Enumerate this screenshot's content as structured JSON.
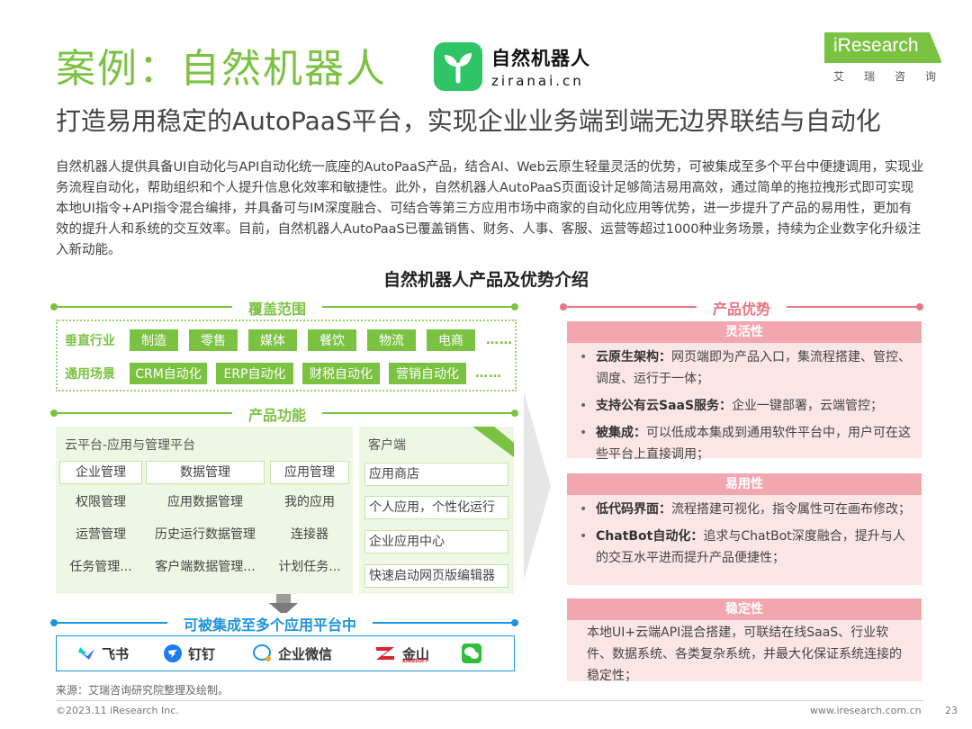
{
  "header": {
    "title": "案例：自然机器人",
    "brand_cn": "自然机器人",
    "brand_en": "ziranai.cn",
    "ir_logo": "iResearch",
    "ir_sub": [
      "艾",
      "瑞",
      "咨",
      "询"
    ],
    "subtitle": "打造易用稳定的AutoPaaS平台，实现企业业务端到端无边界联结与自动化"
  },
  "intro": "自然机器人提供具备UI自动化与API自动化统一底座的AutoPaaS产品，结合AI、Web云原生轻量灵活的优势，可被集成至多个平台中便捷调用，实现业务流程自动化，帮助组织和个人提升信息化效率和敏捷性。此外，自然机器人AutoPaaS页面设计足够简洁易用高效，通过简单的拖拉拽形式即可实现本地UI指令+API指令混合编排，并具备可与IM深度融合、可结合等第三方应用市场中商家的自动化应用等优势，进一步提升了产品的易用性，更加有效的提升人和系统的交互效率。目前，自然机器人AutoPaaS已覆盖销售、财务、人事、客服、运营等超过1000种业务场景，持续为企业数字化升级注入新动能。",
  "section_title": "自然机器人产品及优势介绍",
  "coverage": {
    "label": "覆盖范围",
    "rows": [
      {
        "label": "垂直行业",
        "chips": [
          "制造",
          "零售",
          "媒体",
          "餐饮",
          "物流",
          "电商"
        ],
        "more": "……"
      },
      {
        "label": "通用场景",
        "chips": [
          "CRM自动化",
          "ERP自动化",
          "财税自动化",
          "营销自动化"
        ],
        "more": "……"
      }
    ]
  },
  "functions": {
    "label": "产品功能",
    "platform_title": "云平台-应用与管理平台",
    "columns": [
      {
        "head": "企业管理",
        "items": [
          "权限管理",
          "运营管理",
          "任务管理..."
        ]
      },
      {
        "head": "数据管理",
        "items": [
          "应用数据管理",
          "历史运行数据管理",
          "客户端数据管理..."
        ]
      },
      {
        "head": "应用管理",
        "items": [
          "我的应用",
          "连接器",
          "计划任务..."
        ]
      }
    ],
    "client_title": "客户端",
    "client_items": [
      "应用商店",
      "个人应用，个性化运行",
      "企业应用中心",
      "快速启动网页版编辑器"
    ]
  },
  "integration": {
    "label": "可被集成至多个应用平台中",
    "items": [
      {
        "name": "飞书",
        "icon": "feishu-icon",
        "color": "#3370ff"
      },
      {
        "name": "钉钉",
        "icon": "dingtalk-icon",
        "color": "#1d7cf2"
      },
      {
        "name": "企业微信",
        "icon": "wecom-icon",
        "color": "#1d94db"
      },
      {
        "name": "金山",
        "icon": "kingsoft-icon",
        "color": "#d9232d"
      },
      {
        "name": "",
        "icon": "wechat-icon",
        "color": "#2fbd3a"
      }
    ],
    "kingsoft_sub": "KINGSOFT"
  },
  "advantages": {
    "label": "产品优势",
    "boxes": [
      {
        "head": "灵活性",
        "items": [
          {
            "bold": "云原生架构：",
            "text": "网页端即为产品入口，集流程搭建、管控、调度、运行于一体；"
          },
          {
            "bold": "支持公有云SaaS服务：",
            "text": "企业一键部署，云端管控；"
          },
          {
            "bold": "被集成：",
            "text": "可以低成本集成到通用软件平台中，用户可在这些平台上直接调用；"
          }
        ]
      },
      {
        "head": "易用性",
        "items": [
          {
            "bold": "低代码界面：",
            "text": "流程搭建可视化，指令属性可在画布修改；"
          },
          {
            "bold": "ChatBot自动化：",
            "text": "追求与ChatBot深度融合，提升与人的交互水平进而提升产品便捷性；"
          }
        ]
      },
      {
        "head": "稳定性",
        "text": "本地UI+云端API混合搭建，可联结在线SaaS、行业软件、数据系统、各类复杂系统，并最大化保证系统连接的稳定性；"
      }
    ]
  },
  "footer": {
    "source": "来源：艾瑞咨询研究院整理及绘制。",
    "copyright": "©2023.11 iResearch Inc.",
    "site": "www.iresearch.com.cn",
    "page": "23"
  },
  "colors": {
    "green": "#7cc242",
    "blue": "#1d94db",
    "pink": "#f2a7ae"
  }
}
